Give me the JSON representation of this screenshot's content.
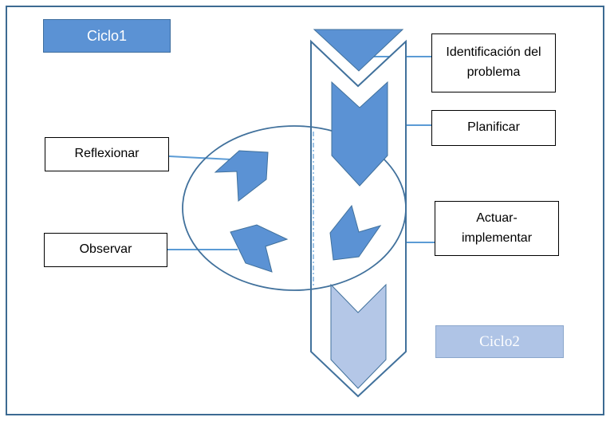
{
  "diagram": {
    "cycle1_label": "Ciclo1",
    "cycle2_label": "Ciclo2",
    "steps": {
      "identify": "Identificación del problema",
      "plan": "Planificar",
      "act": "Actuar-implementar",
      "observe": "Observar",
      "reflect": "Reflexionar"
    }
  },
  "colors": {
    "frame": "#3c6a92",
    "accent": "#5b92d4",
    "accent_light": "#afc4e6",
    "connector": "#5b9bd5",
    "outline": "#41719c"
  }
}
